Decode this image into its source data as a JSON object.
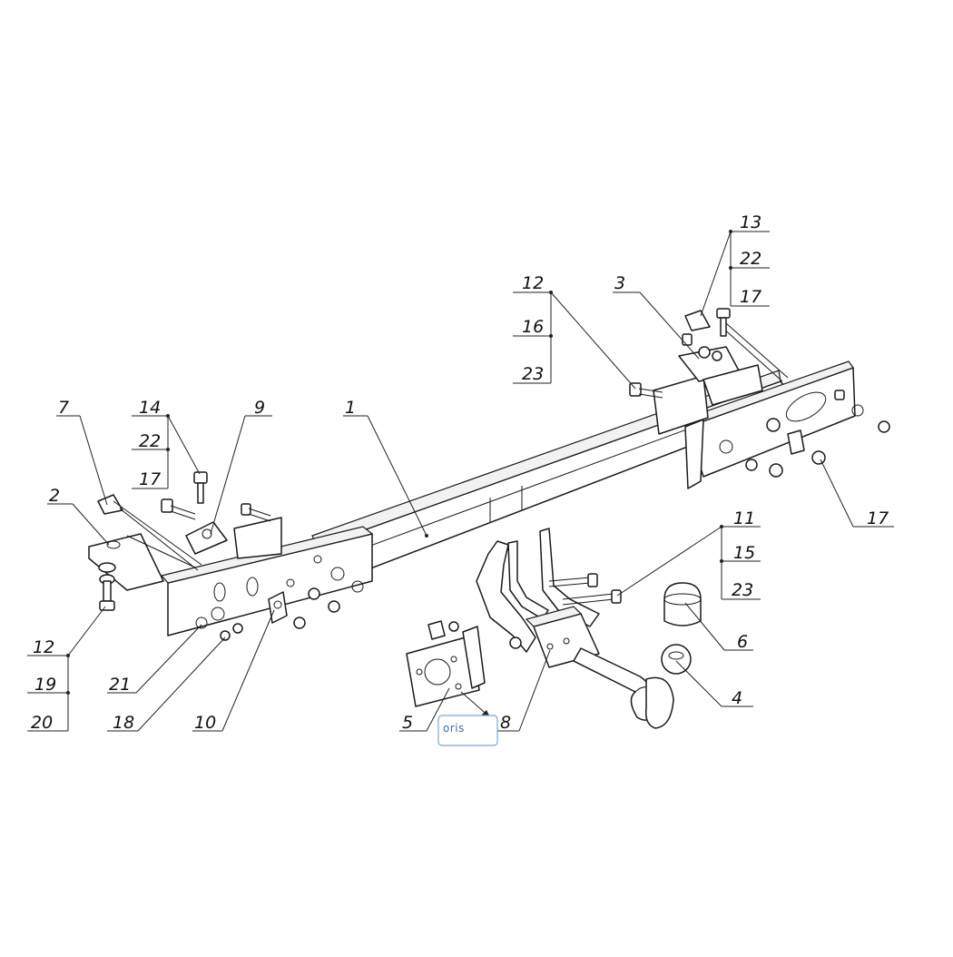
{
  "labels": {
    "l1": "1",
    "l2": "2",
    "l3": "3",
    "l4": "4",
    "l5": "5",
    "l6": "6",
    "l7": "7",
    "l8": "8",
    "l9": "9",
    "l10": "10",
    "l11": "11",
    "l12a": "12",
    "l12b": "12",
    "l13": "13",
    "l14": "14",
    "l15": "15",
    "l16": "16",
    "l17a": "17",
    "l17b": "17",
    "l17c": "17",
    "l18": "18",
    "l19": "19",
    "l20": "20",
    "l21": "21",
    "l22a": "22",
    "l22b": "22",
    "l23a": "23",
    "l23b": "23"
  },
  "logo": {
    "text": "oris"
  },
  "colors": {
    "line": "#1a1a1a",
    "logo_border": "#7aa6d6",
    "logo_text": "#3a6fb0"
  }
}
